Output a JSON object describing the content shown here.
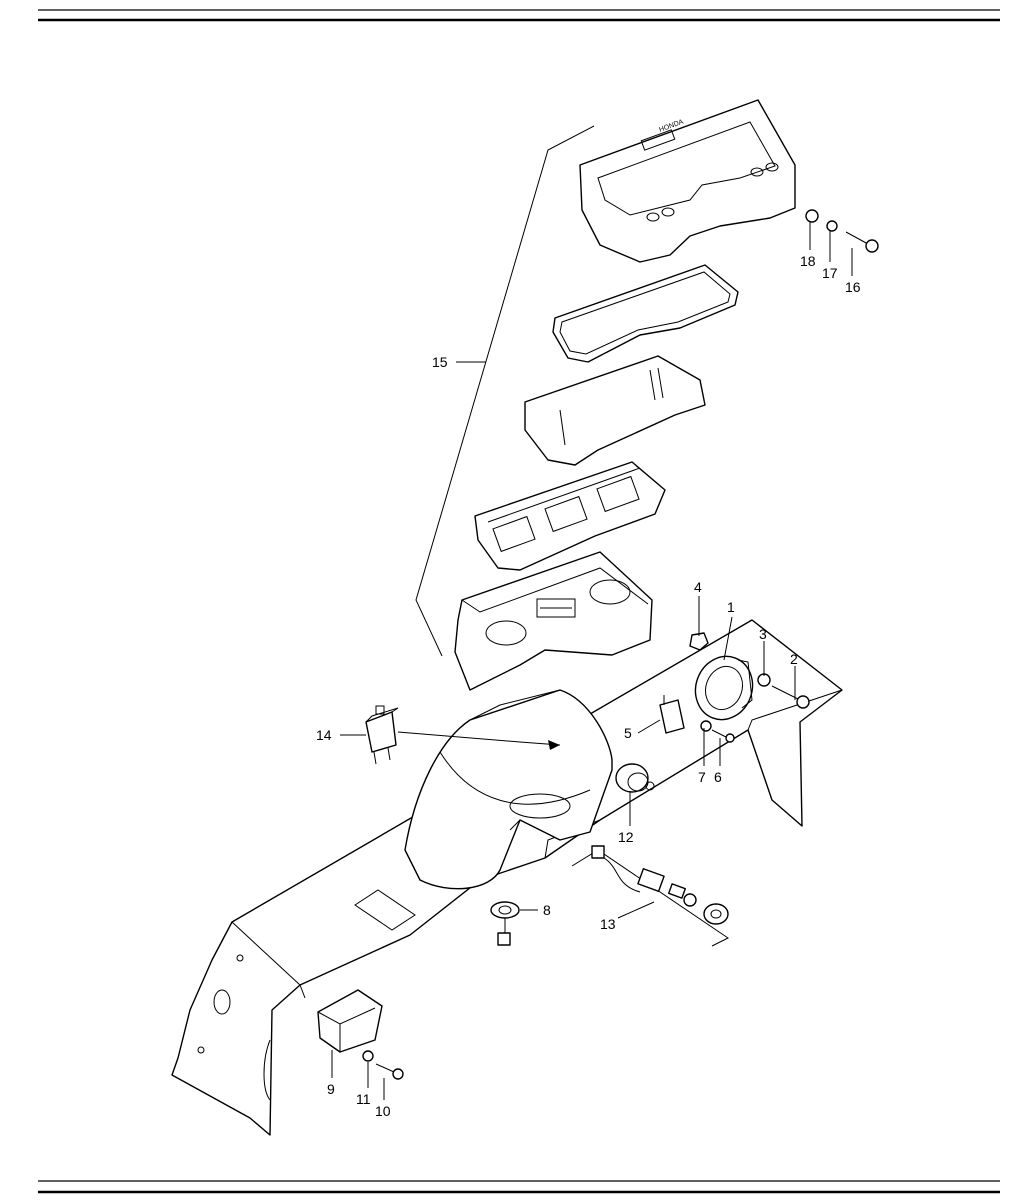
{
  "diagram": {
    "callouts": [
      {
        "id": "1",
        "label": "1"
      },
      {
        "id": "2",
        "label": "2"
      },
      {
        "id": "3",
        "label": "3"
      },
      {
        "id": "4",
        "label": "4"
      },
      {
        "id": "5",
        "label": "5"
      },
      {
        "id": "6",
        "label": "6"
      },
      {
        "id": "7",
        "label": "7"
      },
      {
        "id": "8",
        "label": "8"
      },
      {
        "id": "9",
        "label": "9"
      },
      {
        "id": "10",
        "label": "10"
      },
      {
        "id": "11",
        "label": "11"
      },
      {
        "id": "12",
        "label": "12"
      },
      {
        "id": "13",
        "label": "13"
      },
      {
        "id": "14",
        "label": "14"
      },
      {
        "id": "15",
        "label": "15"
      },
      {
        "id": "16",
        "label": "16"
      },
      {
        "id": "17",
        "label": "17"
      },
      {
        "id": "18",
        "label": "18"
      }
    ],
    "bezel_lettering": "HONDA"
  }
}
